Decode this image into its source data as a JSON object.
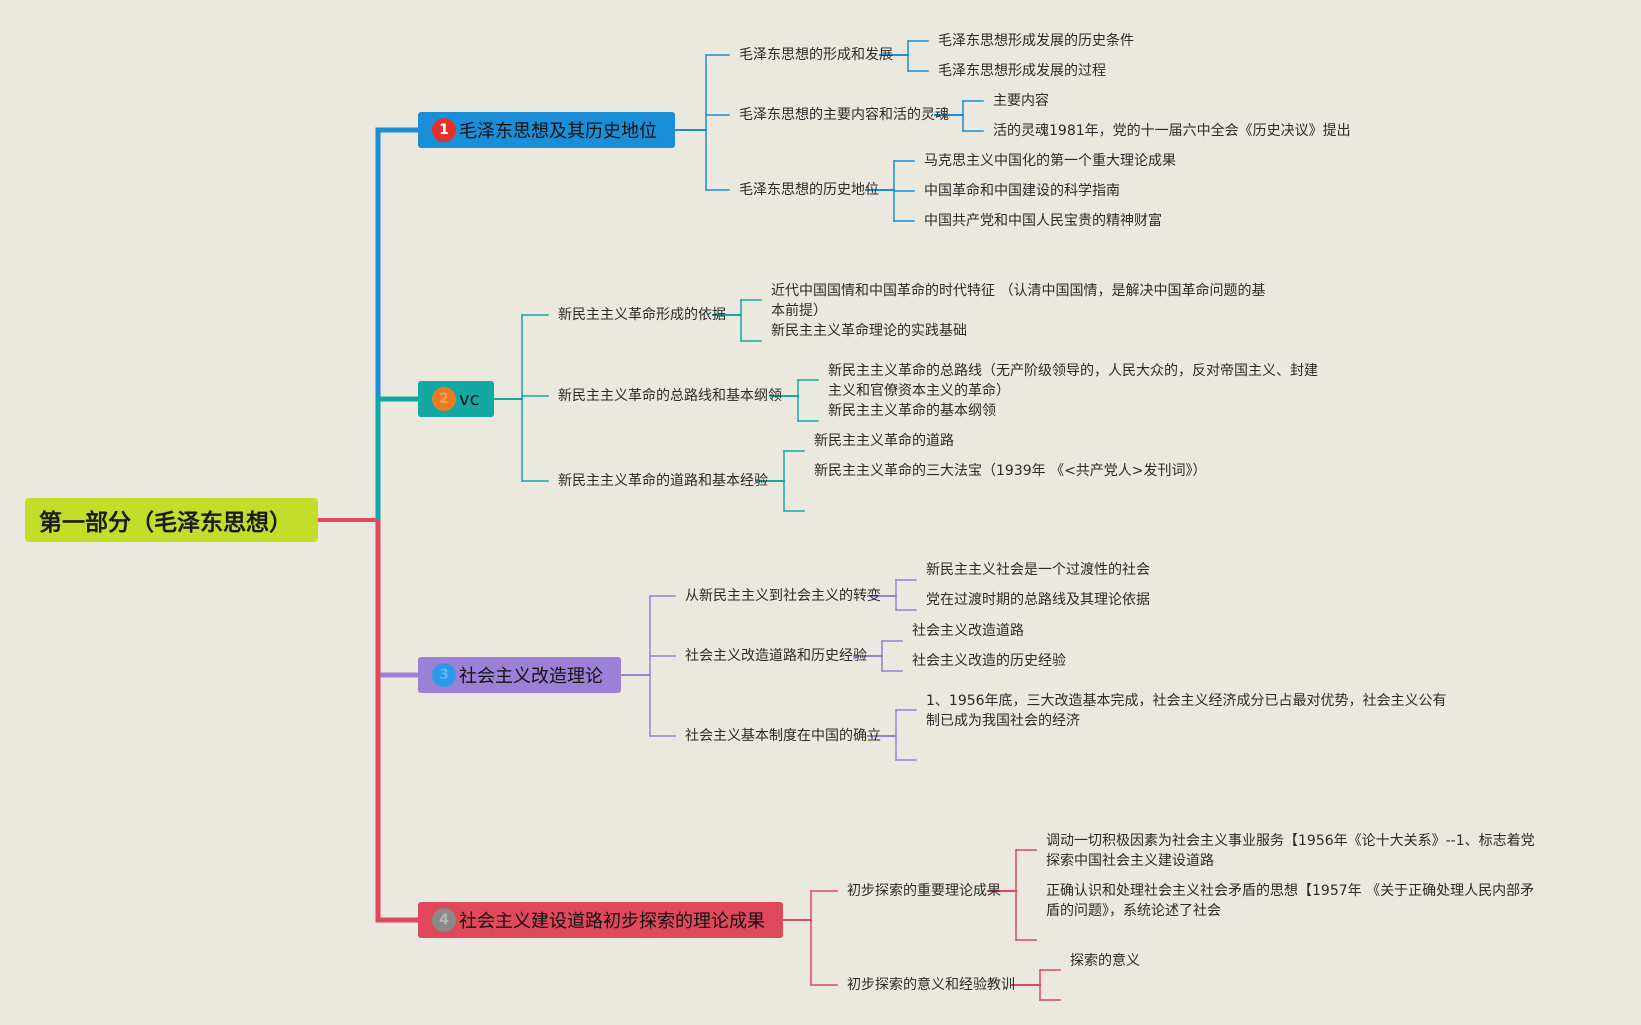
{
  "root": {
    "label": "第一部分（毛泽东思想）",
    "color": "#c2dd2a"
  },
  "topics": [
    {
      "number": "1",
      "label": "毛泽东思想及其历史地位",
      "color": "#1a8ed6",
      "badge_color": "#e2322b",
      "badge_text_color": "#ffffff",
      "children": [
        {
          "label": "毛泽东思想的形成和发展",
          "children": [
            "毛泽东思想形成发展的历史条件",
            "毛泽东思想形成发展的过程"
          ]
        },
        {
          "label": "毛泽东思想的主要内容和活的灵魂",
          "children": [
            "主要内容",
            "活的灵魂1981年，党的十一届六中全会《历史决议》提出"
          ]
        },
        {
          "label": "毛泽东思想的历史地位",
          "children": [
            "马克思主义中国化的第一个重大理论成果",
            "中国革命和中国建设的科学指南",
            "中国共产党和中国人民宝贵的精神财富"
          ]
        }
      ]
    },
    {
      "number": "2",
      "label": "vc",
      "color": "#14a8a4",
      "badge_color": "#ea7c24",
      "badge_text_color": "#f7a24a",
      "children": [
        {
          "label": "新民主主义革命形成的依据",
          "children": [
            "近代中国国情和中国革命的时代特征 （认清中国国情，是解决中国革命问题的基本前提）",
            "新民主主义革命理论的实践基础"
          ]
        },
        {
          "label": "新民主主义革命的总路线和基本纲领",
          "children": [
            "新民主主义革命的总路线（无产阶级领导的，人民大众的，反对帝国主义、封建主义和官僚资本主义的革命）",
            "新民主主义革命的基本纲领"
          ]
        },
        {
          "label": "新民主主义革命的道路和基本经验",
          "children": [
            "新民主主义革命的道路",
            "新民主主义革命的三大法宝（1939年 《<共产党人>发刊词》）"
          ]
        }
      ]
    },
    {
      "number": "3",
      "label": "社会主义改造理论",
      "color": "#9b80d6",
      "badge_color": "#2c9ae8",
      "badge_text_color": "#5ab8f5",
      "children": [
        {
          "label": "从新民主主义到社会主义的转变",
          "children": [
            "新民主主义社会是一个过渡性的社会",
            "党在过渡时期的总路线及其理论依据"
          ]
        },
        {
          "label": "社会主义改造道路和历史经验",
          "children": [
            "社会主义改造道路",
            "社会主义改造的历史经验"
          ]
        },
        {
          "label": "社会主义基本制度在中国的确立",
          "children": [
            "1、1956年底，三大改造基本完成，社会主义经济成分已占最对优势，社会主义公有制已成为我国社会的经济"
          ]
        }
      ]
    },
    {
      "number": "4",
      "label": "社会主义建设道路初步探索的理论成果",
      "color": "#e0485b",
      "badge_color": "#8a8a8a",
      "badge_text_color": "#b5b5b5",
      "children": [
        {
          "label": "初步探索的重要理论成果",
          "children": [
            "调动一切积极因素为社会主义事业服务【1956年《论十大关系》--1、标志着党探索中国社会主义建设道路",
            "正确认识和处理社会主义社会矛盾的思想【1957年 《关于正确处理人民内部矛盾的问题》，系统论述了社会"
          ]
        },
        {
          "label": "初步探索的意义和经验教训",
          "children": [
            "探索的意义"
          ]
        }
      ]
    }
  ]
}
